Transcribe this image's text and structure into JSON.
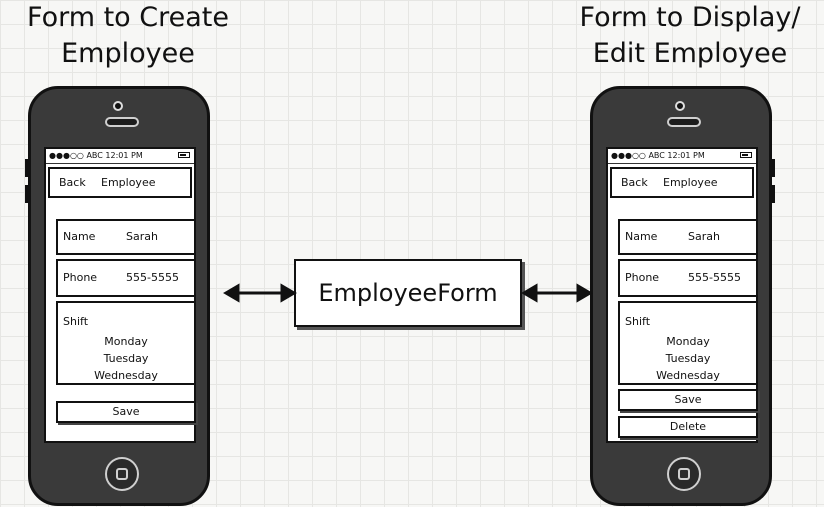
{
  "titles": {
    "left": [
      "Form to Create",
      "Employee"
    ],
    "right": [
      "Form to Display/",
      "Edit Employee"
    ]
  },
  "center_box": {
    "label": "EmployeeForm"
  },
  "phone_create": {
    "status": "●●●○○ ABC  12:01 PM",
    "nav": {
      "back": "Back",
      "title": "Employee"
    },
    "fields": {
      "name": {
        "label": "Name",
        "value": "Sarah"
      },
      "phone": {
        "label": "Phone",
        "value": "555-5555"
      },
      "shift": {
        "label": "Shift",
        "days": [
          "Monday",
          "Tuesday",
          "Wednesday"
        ]
      }
    },
    "buttons": {
      "save": "Save"
    }
  },
  "phone_edit": {
    "status": "●●●○○ ABC  12:01 PM",
    "nav": {
      "back": "Back",
      "title": "Employee"
    },
    "fields": {
      "name": {
        "label": "Name",
        "value": "Sarah"
      },
      "phone": {
        "label": "Phone",
        "value": "555-5555"
      },
      "shift": {
        "label": "Shift",
        "days": [
          "Monday",
          "Tuesday",
          "Wednesday"
        ]
      }
    },
    "buttons": {
      "save": "Save",
      "delete": "Delete"
    }
  }
}
